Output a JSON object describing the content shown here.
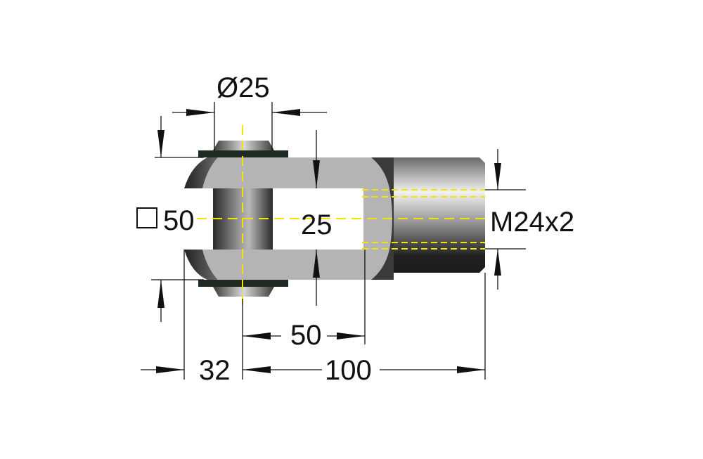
{
  "drawing": {
    "subject": "Clevis fork head with pin",
    "dimensions": {
      "pin_diameter": "Ø25",
      "square_size_symbol": "□",
      "square_size_value": "50",
      "slot_width": "25",
      "thread": "M24x2",
      "slot_depth": "50",
      "overall_length": "100",
      "head_offset": "32"
    },
    "colors": {
      "body_light": "#b4b4b4",
      "body_dark": "#3a3a3a",
      "center_line": "#f5e400",
      "dimension_line": "#111111",
      "background": "#ffffff"
    }
  }
}
